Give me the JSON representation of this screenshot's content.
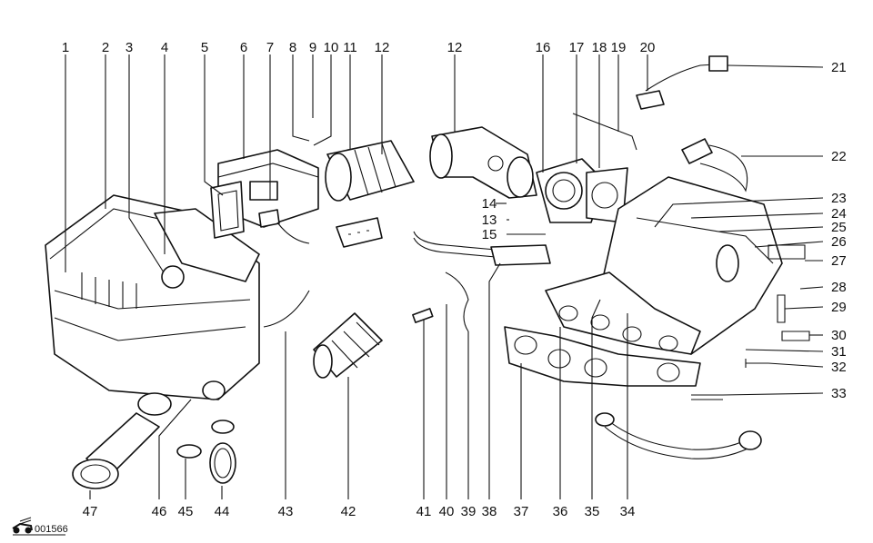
{
  "diagram": {
    "figure_id": "001566",
    "top_labels": [
      "1",
      "2",
      "3",
      "4",
      "5",
      "6",
      "7",
      "8",
      "9",
      "10",
      "11",
      "12",
      "12",
      "16",
      "17",
      "18",
      "19",
      "20"
    ],
    "right_labels": [
      "21",
      "22",
      "23",
      "24",
      "25",
      "26",
      "27",
      "28",
      "29",
      "30",
      "31",
      "32",
      "33"
    ],
    "middle_labels": [
      "14",
      "13",
      "15"
    ],
    "bottom_labels": [
      "47",
      "46",
      "45",
      "44",
      "43",
      "42",
      "41",
      "40",
      "39",
      "38",
      "37",
      "36",
      "35",
      "34"
    ]
  }
}
